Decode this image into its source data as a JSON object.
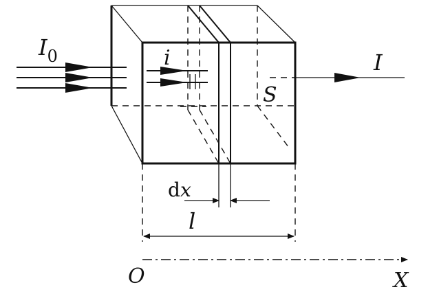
{
  "labels": {
    "I0_base": "I",
    "I0_sub": "0",
    "i": "i",
    "I": "I",
    "S": "S",
    "dx_d": "d",
    "dx_x": "x",
    "l": "l",
    "O": "O",
    "X": "X"
  }
}
